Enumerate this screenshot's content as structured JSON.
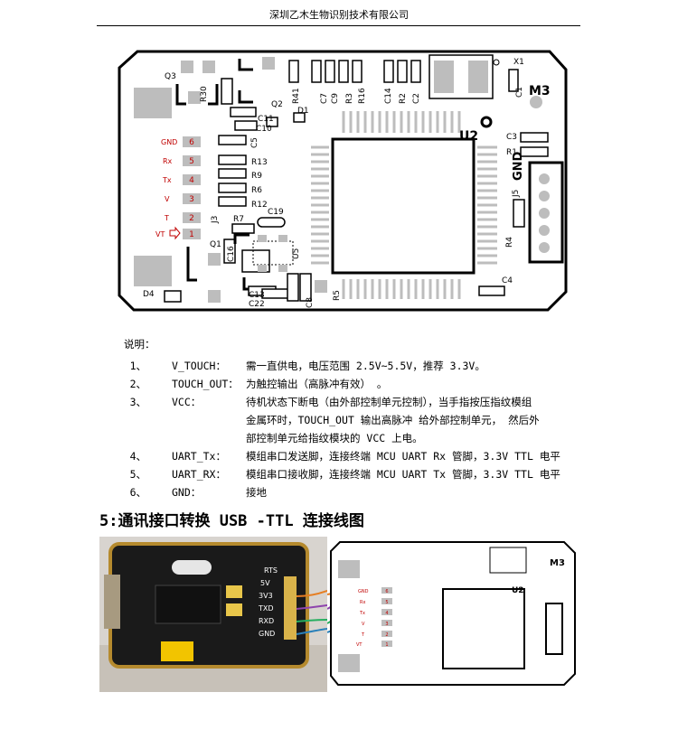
{
  "header": {
    "company": "深圳乙木生物识别技术有限公司"
  },
  "board": {
    "model": "M3",
    "chip": "U2",
    "pins": [
      {
        "label": "GND",
        "num": "6"
      },
      {
        "label": "Rx",
        "num": "5"
      },
      {
        "label": "Tx",
        "num": "4"
      },
      {
        "label": "V",
        "num": "3"
      },
      {
        "label": "T",
        "num": "2"
      },
      {
        "label": "VT",
        "num": "1"
      }
    ],
    "refs": {
      "q1": "Q1",
      "q2": "Q2",
      "q3": "Q3",
      "d1": "D1",
      "d4": "D4",
      "x1": "X1",
      "r30": "R30",
      "r41": "R41",
      "c7": "C7",
      "c9": "C9",
      "r3": "R3",
      "r16": "R16",
      "c14": "C14",
      "r2": "R2",
      "c2": "C2",
      "c1": "C1",
      "c11": "C11",
      "c10": "C10",
      "c5": "C5",
      "r13": "R13",
      "r9": "R9",
      "r6": "R6",
      "r12": "R12",
      "c19": "C19",
      "j3": "J3",
      "r7": "R7",
      "c16": "C16",
      "u5": "U5",
      "c13": "C13",
      "c22": "C22",
      "c8": "C8",
      "r5": "R5",
      "c3": "C3",
      "r1": "R1",
      "j5": "J5",
      "gnd": "GND",
      "r4": "R4",
      "c4": "C4"
    }
  },
  "notes": {
    "title": "说明：",
    "items": [
      {
        "num": "1、",
        "key": "V_TOUCH：",
        "lines": [
          "需一直供电，电压范围 2.5V~5.5V，推荐 3.3V。"
        ]
      },
      {
        "num": "2、",
        "key": "TOUCH_OUT：",
        "lines": [
          "为触控输出（高脉冲有效）  。"
        ]
      },
      {
        "num": "3、",
        "key": "VCC：",
        "lines": [
          "待机状态下断电（由外部控制单元控制），当手指按压指纹模组",
          "金属环时，TOUCH_OUT 输出高脉冲  给外部控制单元，  然后外",
          "部控制单元给指纹模块的 VCC 上电。"
        ]
      },
      {
        "num": "4、",
        "key": "UART_Tx：",
        "lines": [
          "模组串口发送脚，连接终端 MCU UART Rx 管脚，3.3V TTL 电平"
        ]
      },
      {
        "num": "5、",
        "key": "UART_RX：",
        "lines": [
          "模组串口接收脚，连接终端 MCU UART Tx 管脚，3.3V TTL 电平"
        ]
      },
      {
        "num": "6、",
        "key": "GND：",
        "lines": [
          "接地"
        ]
      }
    ]
  },
  "section": {
    "title": "5:通讯接口转换 USB -TTL 连接线图"
  },
  "adapter": {
    "pins": [
      "5V",
      "3V3",
      "TXD",
      "RXD",
      "GND"
    ],
    "side": "RTS"
  },
  "small_board": {
    "model": "M3",
    "chip": "U2",
    "pins": [
      {
        "label": "GND",
        "num": "6"
      },
      {
        "label": "Rx",
        "num": "5"
      },
      {
        "label": "Tx",
        "num": "4"
      },
      {
        "label": "V",
        "num": "3"
      },
      {
        "label": "T",
        "num": "2"
      },
      {
        "label": "VT",
        "num": "1"
      }
    ]
  }
}
